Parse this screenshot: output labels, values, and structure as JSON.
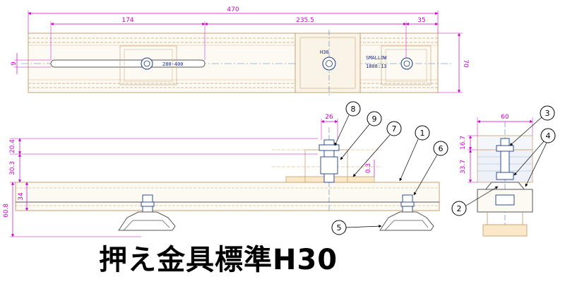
{
  "title": "押え金具標準H30",
  "footnote": "",
  "colors": {
    "outline": "#c8a070",
    "dimension": "#d000d0",
    "center": "#4a7ab0",
    "balloon": "#000000",
    "bolt": "#1a3a8a"
  },
  "top_view": {
    "dims": {
      "overall": "470",
      "left": "174",
      "middle": "235.5",
      "right": "35",
      "slot_width": "9",
      "height": "70"
    },
    "marking_left": "280-400",
    "marking_right_1": "SMALLOW",
    "marking_right_2": "1808:13",
    "marking_center": "H30"
  },
  "side_view": {
    "dims": {
      "h1": "20.4",
      "h2": "30.3",
      "h3": "34",
      "h4": "60.8",
      "bolt_dia": "26",
      "gap": "0.3"
    }
  },
  "end_view": {
    "dims": {
      "width": "60",
      "h1": "16.7",
      "h2": "33.7"
    }
  },
  "balloons": [
    "1",
    "2",
    "3",
    "4",
    "5",
    "6",
    "7",
    "8",
    "9"
  ]
}
